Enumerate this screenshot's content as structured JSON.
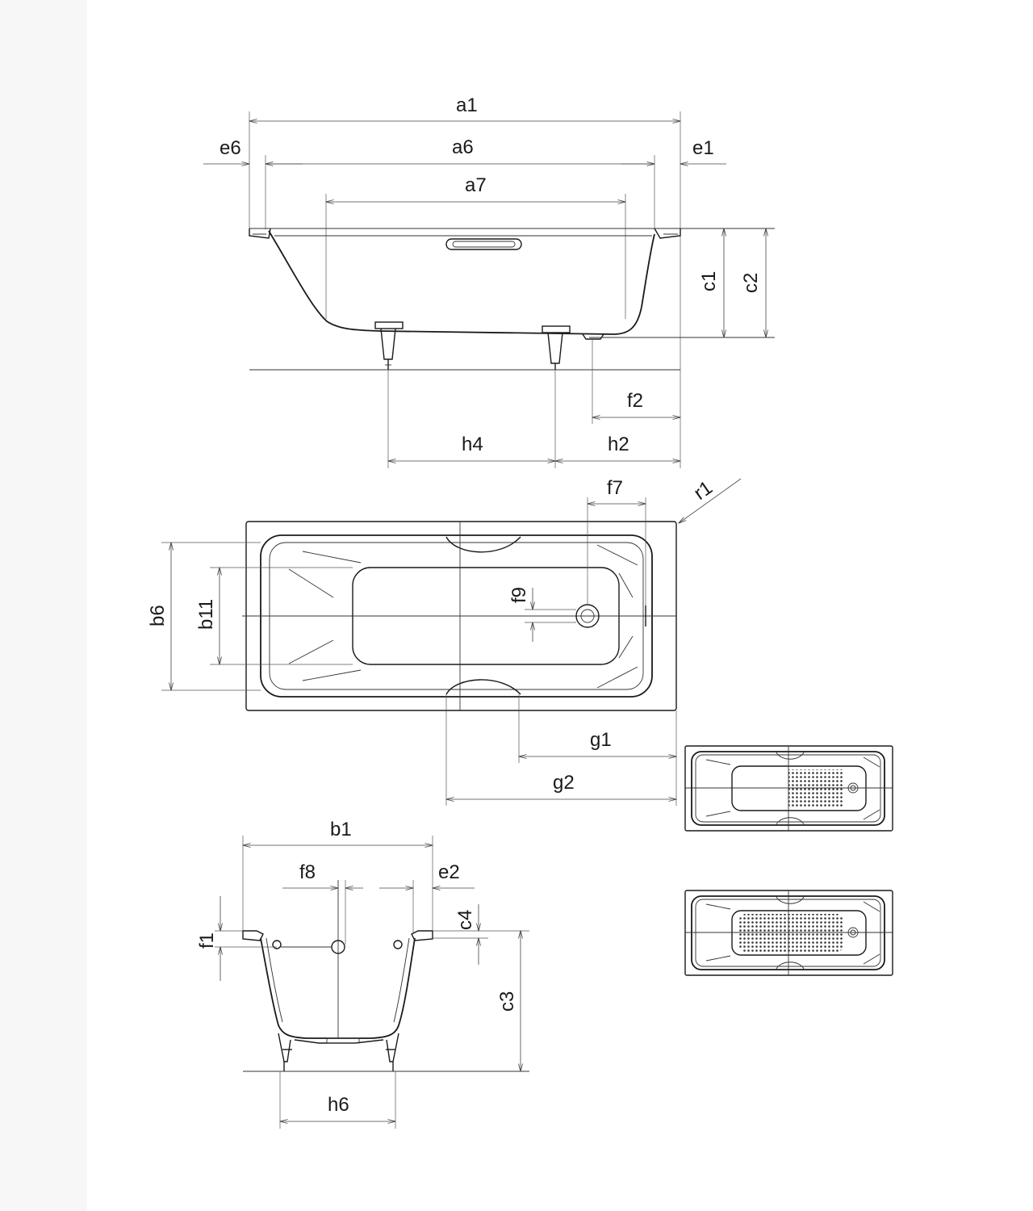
{
  "labels": {
    "a1": "a1",
    "a6": "a6",
    "a7": "a7",
    "e6": "e6",
    "e1": "e1",
    "c1": "c1",
    "c2": "c2",
    "f2": "f2",
    "h4": "h4",
    "h2": "h2",
    "f7": "f7",
    "r1": "r1",
    "b6": "b6",
    "b11": "b11",
    "f9": "f9",
    "g1": "g1",
    "g2": "g2",
    "b1": "b1",
    "f8": "f8",
    "e2": "e2",
    "c4": "c4",
    "f1": "f1",
    "c3": "c3",
    "h6": "h6"
  },
  "colors": {
    "line": "#1a1a1a",
    "background": "#ffffff",
    "margin": "#f7f7f7"
  }
}
